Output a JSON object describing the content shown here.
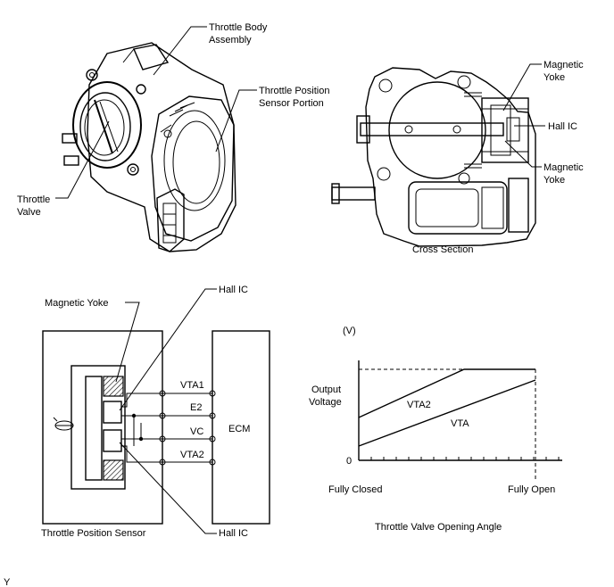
{
  "top_left": {
    "label_assembly_line1": "Throttle Body",
    "label_assembly_line2": "Assembly",
    "label_sensor_line1": "Throttle Position",
    "label_sensor_line2": "Sensor Portion",
    "label_valve_line1": "Throttle",
    "label_valve_line2": "Valve"
  },
  "top_right": {
    "label_yoke_top_line1": "Magnetic",
    "label_yoke_top_line2": "Yoke",
    "label_hall_ic": "Hall IC",
    "label_yoke_bottom_line1": "Magnetic",
    "label_yoke_bottom_line2": "Yoke",
    "caption": "Cross Section"
  },
  "circuit": {
    "label_magnetic_yoke": "Magnetic Yoke",
    "label_hall_ic_top": "Hall IC",
    "label_hall_ic_bottom": "Hall IC",
    "terminals": [
      "VTA1",
      "E2",
      "VC",
      "VTA2"
    ],
    "ecm_label": "ECM",
    "caption": "Throttle Position Sensor"
  },
  "graph": {
    "unit_label": "(V)",
    "ylabel_line1": "Output",
    "ylabel_line2": "Voltage",
    "zero_label": "0",
    "series": [
      "VTA2",
      "VTA"
    ],
    "x_start_label": "Fully Closed",
    "x_end_label": "Fully Open",
    "xlabel": "Throttle Valve Opening Angle"
  },
  "footer_mark": "Y"
}
